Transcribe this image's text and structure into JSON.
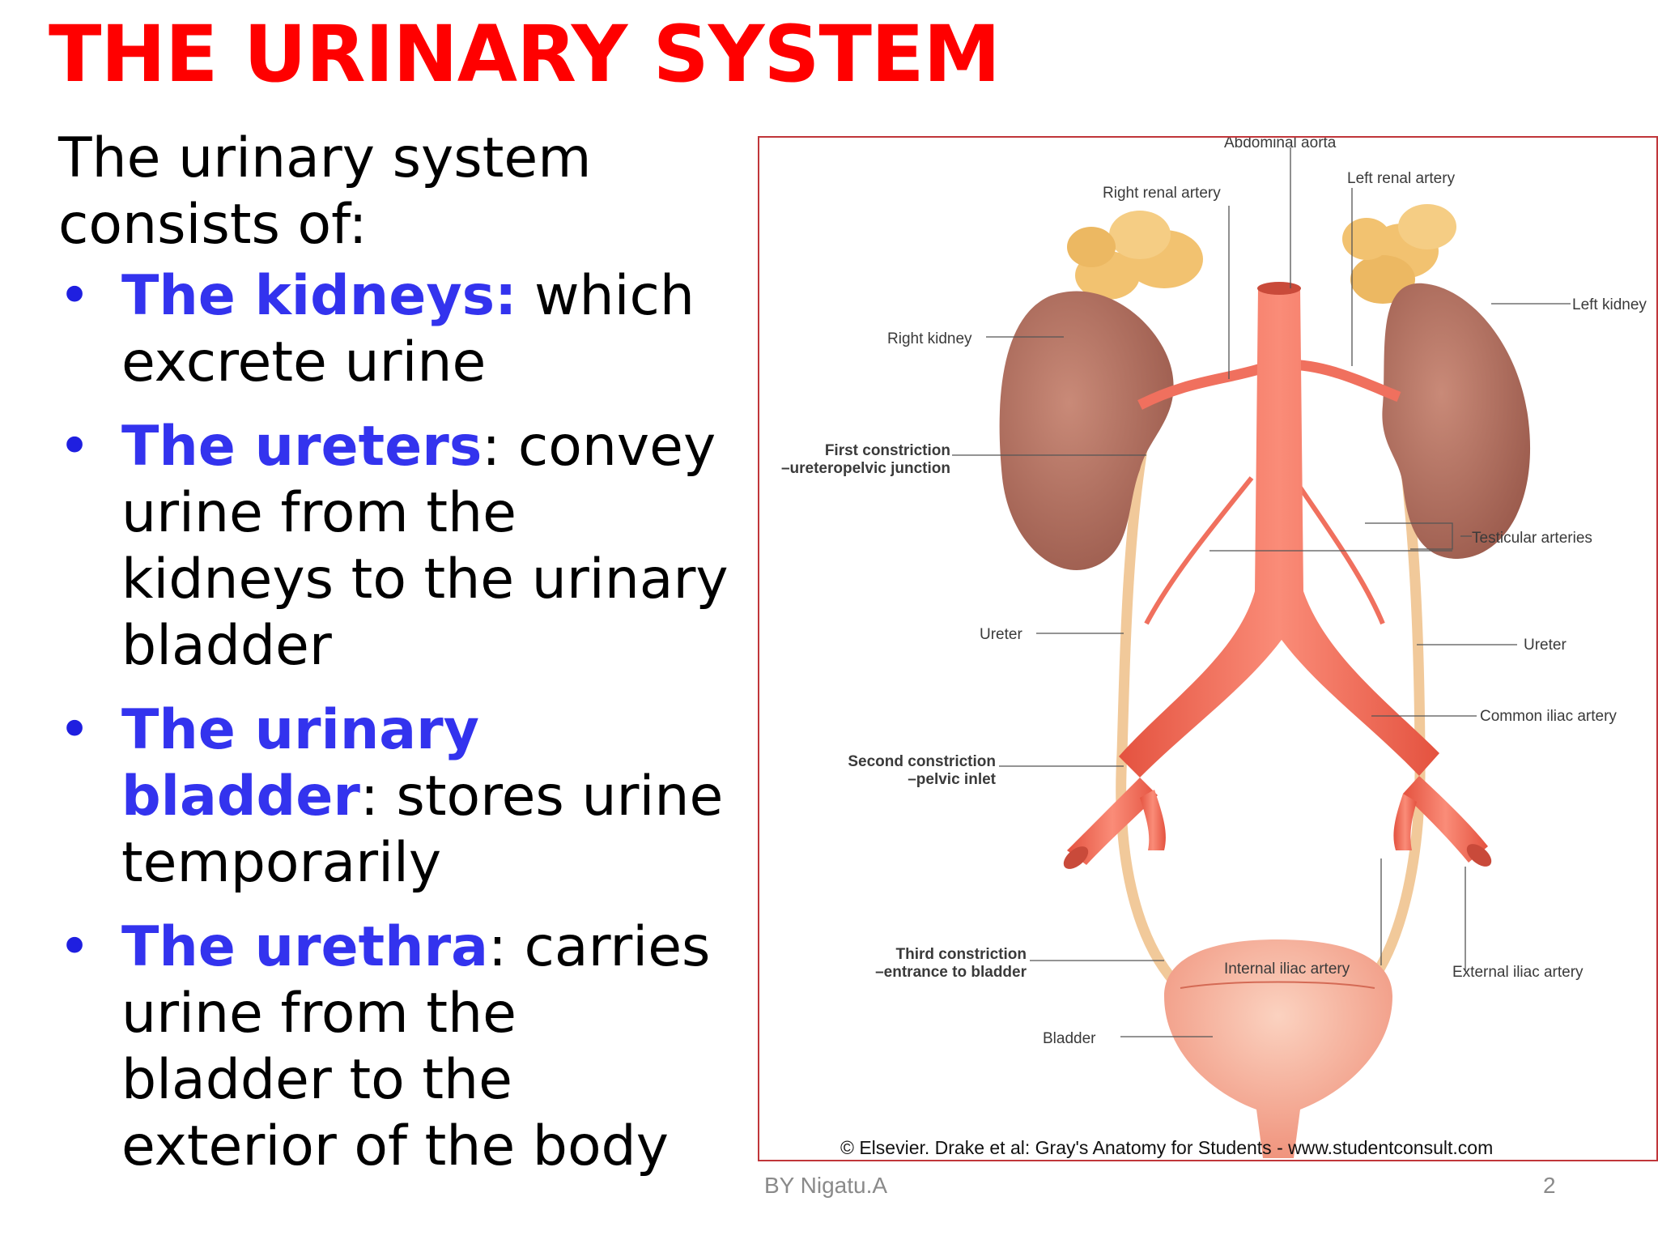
{
  "title": "THE URINARY SYSTEM",
  "intro": "The urinary system consists of:",
  "bullets": [
    {
      "term": "The kidneys:",
      "rest": " which excrete urine"
    },
    {
      "term": "The ureters",
      "rest": ": convey urine from the kidneys to the urinary bladder"
    },
    {
      "term": "The urinary bladder",
      "rest": ": stores urine temporarily"
    },
    {
      "term": "The urethra",
      "rest": ": carries urine from the bladder to the exterior of the body"
    }
  ],
  "figure": {
    "labels": {
      "abdominal_aorta": "Abdominal aorta",
      "left_renal_artery": "Left renal artery",
      "right_renal_artery": "Right renal artery",
      "right_kidney": "Right kidney",
      "left_kidney": "Left kidney",
      "first_constriction_1": "First constriction",
      "first_constriction_2": "–ureteropelvic junction",
      "testicular_arteries": "Testicular arteries",
      "ureter_left": "Ureter",
      "ureter_right": "Ureter",
      "common_iliac_artery": "Common iliac artery",
      "second_constriction_1": "Second constriction",
      "second_constriction_2": "–pelvic inlet",
      "internal_iliac_artery": "Internal iliac artery",
      "external_iliac_artery": "External iliac artery",
      "third_constriction_1": "Third constriction",
      "third_constriction_2": "–entrance to bladder",
      "bladder": "Bladder"
    },
    "credit": "© Elsevier. Drake et al: Gray's Anatomy for Students - www.studentconsult.com"
  },
  "footer": {
    "author": "BY Nigatu.A",
    "page": "2"
  },
  "colors": {
    "title": "#ff0000",
    "term": "#3333ee",
    "artery": "#f0705e",
    "kidney": "#b56f5e",
    "adrenal": "#f2c270",
    "ureter": "#f1c99a",
    "frame": "#c0363a"
  }
}
